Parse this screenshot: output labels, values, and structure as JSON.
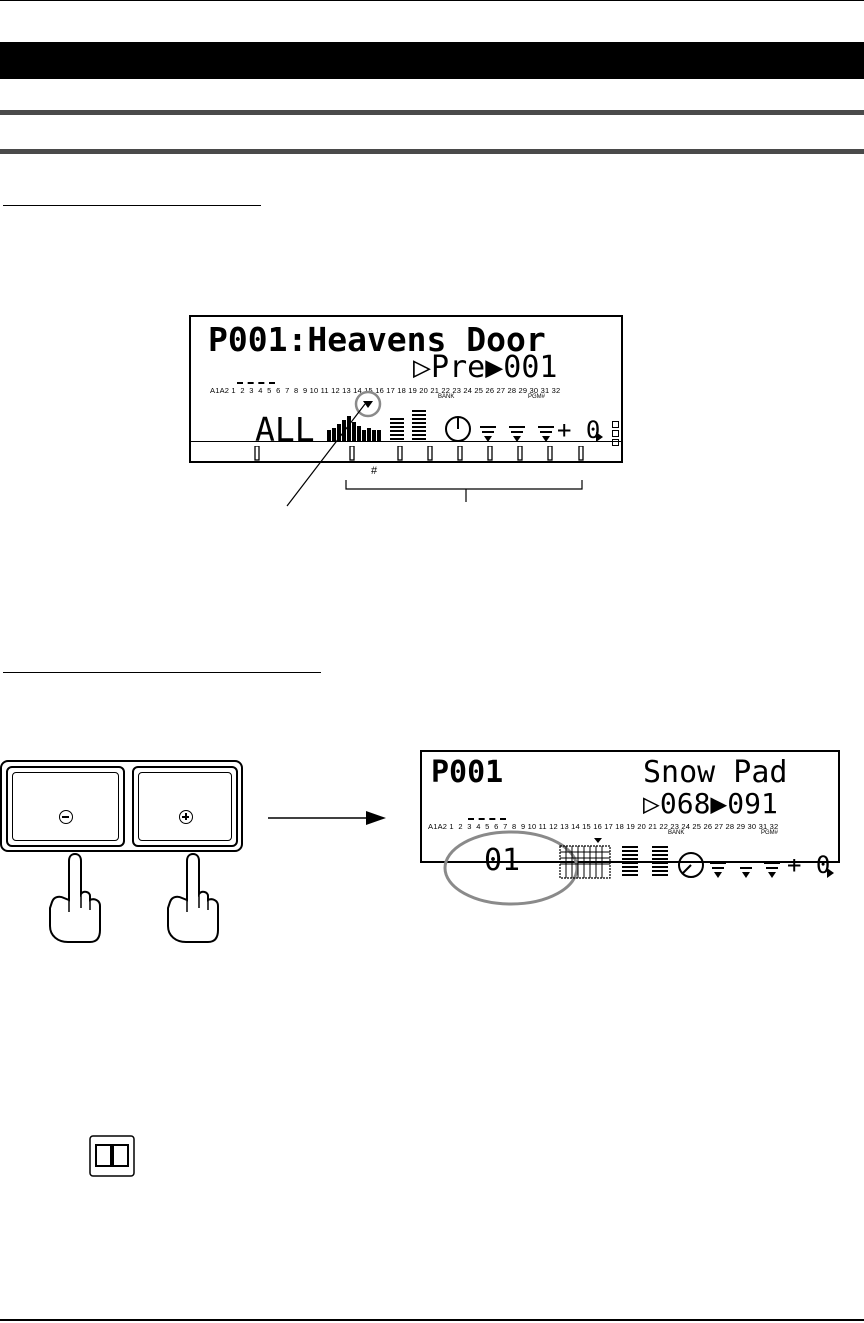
{
  "display1": {
    "line1": "P001:Heavens Door",
    "line2": "▷Pre▶001",
    "channels": "A1A2 1  2  3  4  5  6  7  8  9 10 11 12 13 14 15 16 17 18 19 20 21 22 23 24 25 26 27 28 29 30 31 32",
    "bank_label": "BANK",
    "pgm_label": "PGM#",
    "mode": "ALL",
    "transpose": "+ 0",
    "sharp_label": "#"
  },
  "display2": {
    "line1_left": "P001",
    "line1_right": "Snow Pad",
    "line2": "▷068▶091",
    "channels": "A1A2 1  2  3  4  5  6  7  8  9 10 11 12 13 14 15 16 17 18 19 20 21 22 23 24 25 26 27 28 29 30 31 32",
    "bank_label": "BANK",
    "pgm_label": "PGM#",
    "value": "01",
    "transpose": "+ 0"
  },
  "buttons": {
    "minus_icon": "minus-icon",
    "plus_icon": "plus-icon"
  },
  "icons": {
    "reference": "book-icon"
  },
  "colors": {
    "header_bar": "#000000",
    "rule": "#4a4a4a",
    "highlight_circle": "#8a8a8a"
  }
}
